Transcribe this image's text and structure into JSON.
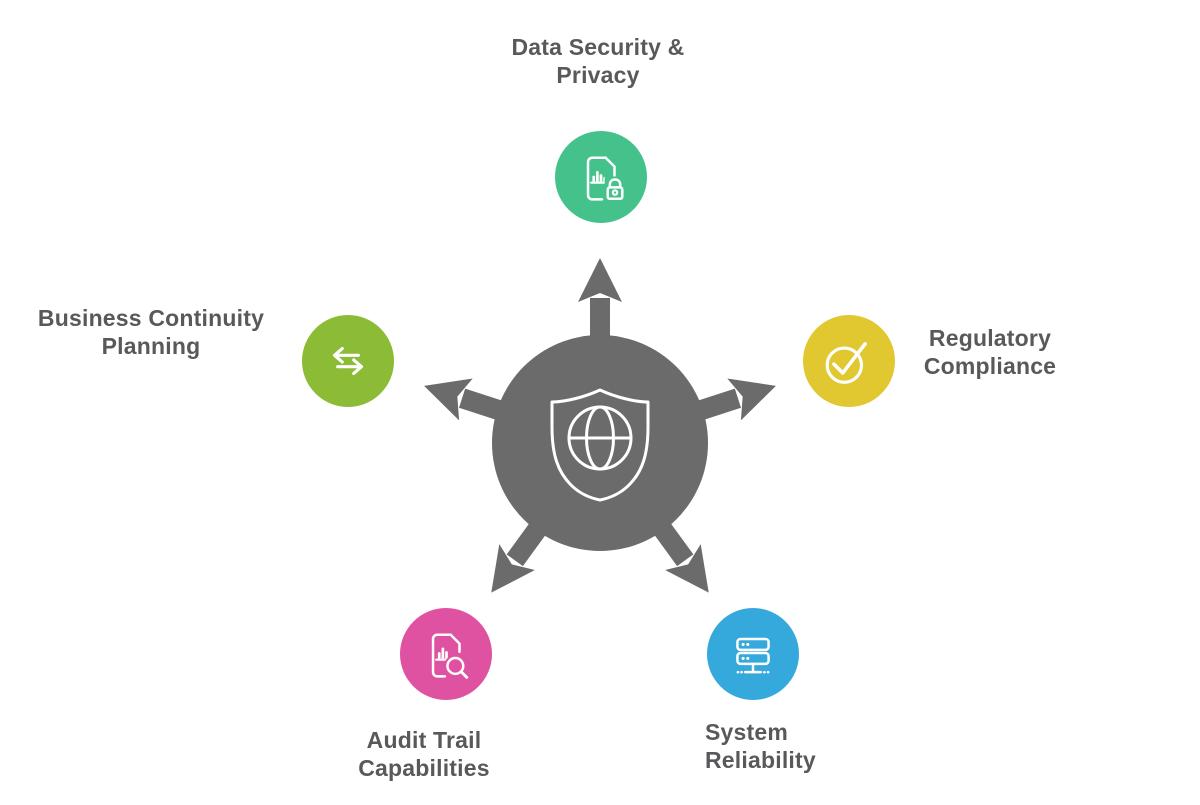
{
  "diagram": {
    "background_color": "#ffffff",
    "text_color": "#58595b",
    "center": {
      "icon": "shield-globe-icon",
      "color": "#6b6b6b",
      "arrow_color": "#6b6b6b",
      "arrow_count": 5
    },
    "nodes": [
      {
        "label_line1": "Data Security &",
        "label_line2": "Privacy",
        "color": "#45c28b",
        "icon": "document-lock-icon",
        "position": "top"
      },
      {
        "label_line1": "Regulatory",
        "label_line2": "Compliance",
        "color": "#e1c730",
        "icon": "check-circle-icon",
        "position": "right"
      },
      {
        "label_line1": "System",
        "label_line2": "Reliability",
        "color": "#35a9dc",
        "icon": "server-rack-icon",
        "position": "bottom-right"
      },
      {
        "label_line1": "Audit Trail",
        "label_line2": "Capabilities",
        "color": "#df52a2",
        "icon": "document-search-icon",
        "position": "bottom-left"
      },
      {
        "label_line1": "Business Continuity",
        "label_line2": "Planning",
        "color": "#8cbb35",
        "icon": "transfer-arrows-icon",
        "position": "left"
      }
    ]
  }
}
